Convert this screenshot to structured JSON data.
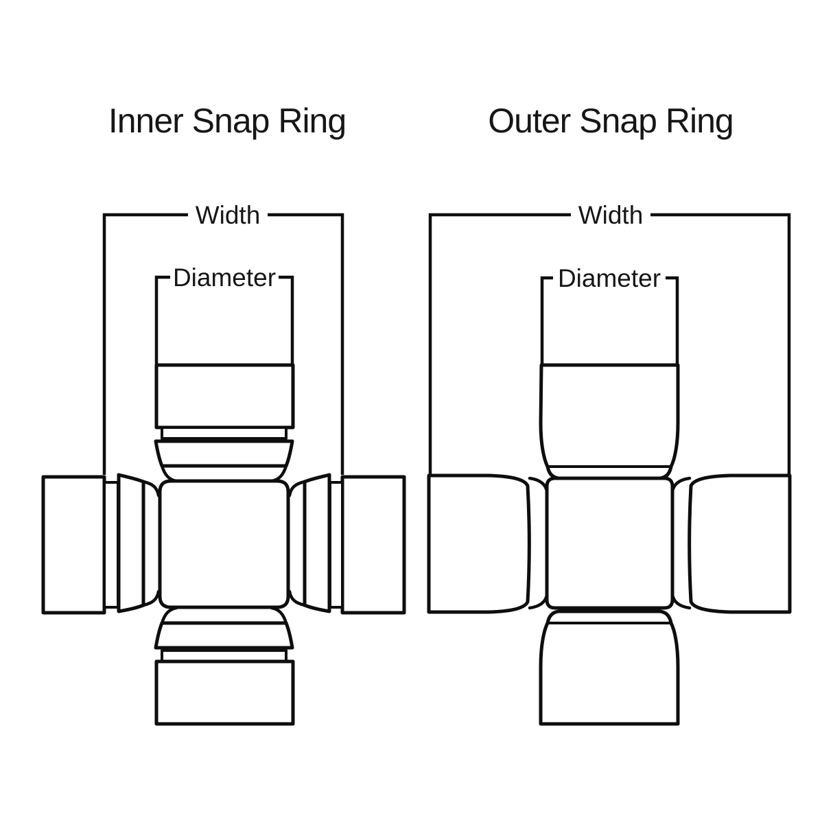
{
  "page": {
    "background": "#ffffff",
    "line_color": "#0e0e0e",
    "text_color": "#161616"
  },
  "figures": [
    {
      "id": "inner-snap-ring",
      "title": "Inner Snap Ring",
      "width_label": "Width",
      "diameter_label": "Diameter"
    },
    {
      "id": "outer-snap-ring",
      "title": "Outer Snap Ring",
      "width_label": "Width",
      "diameter_label": "Diameter"
    }
  ]
}
